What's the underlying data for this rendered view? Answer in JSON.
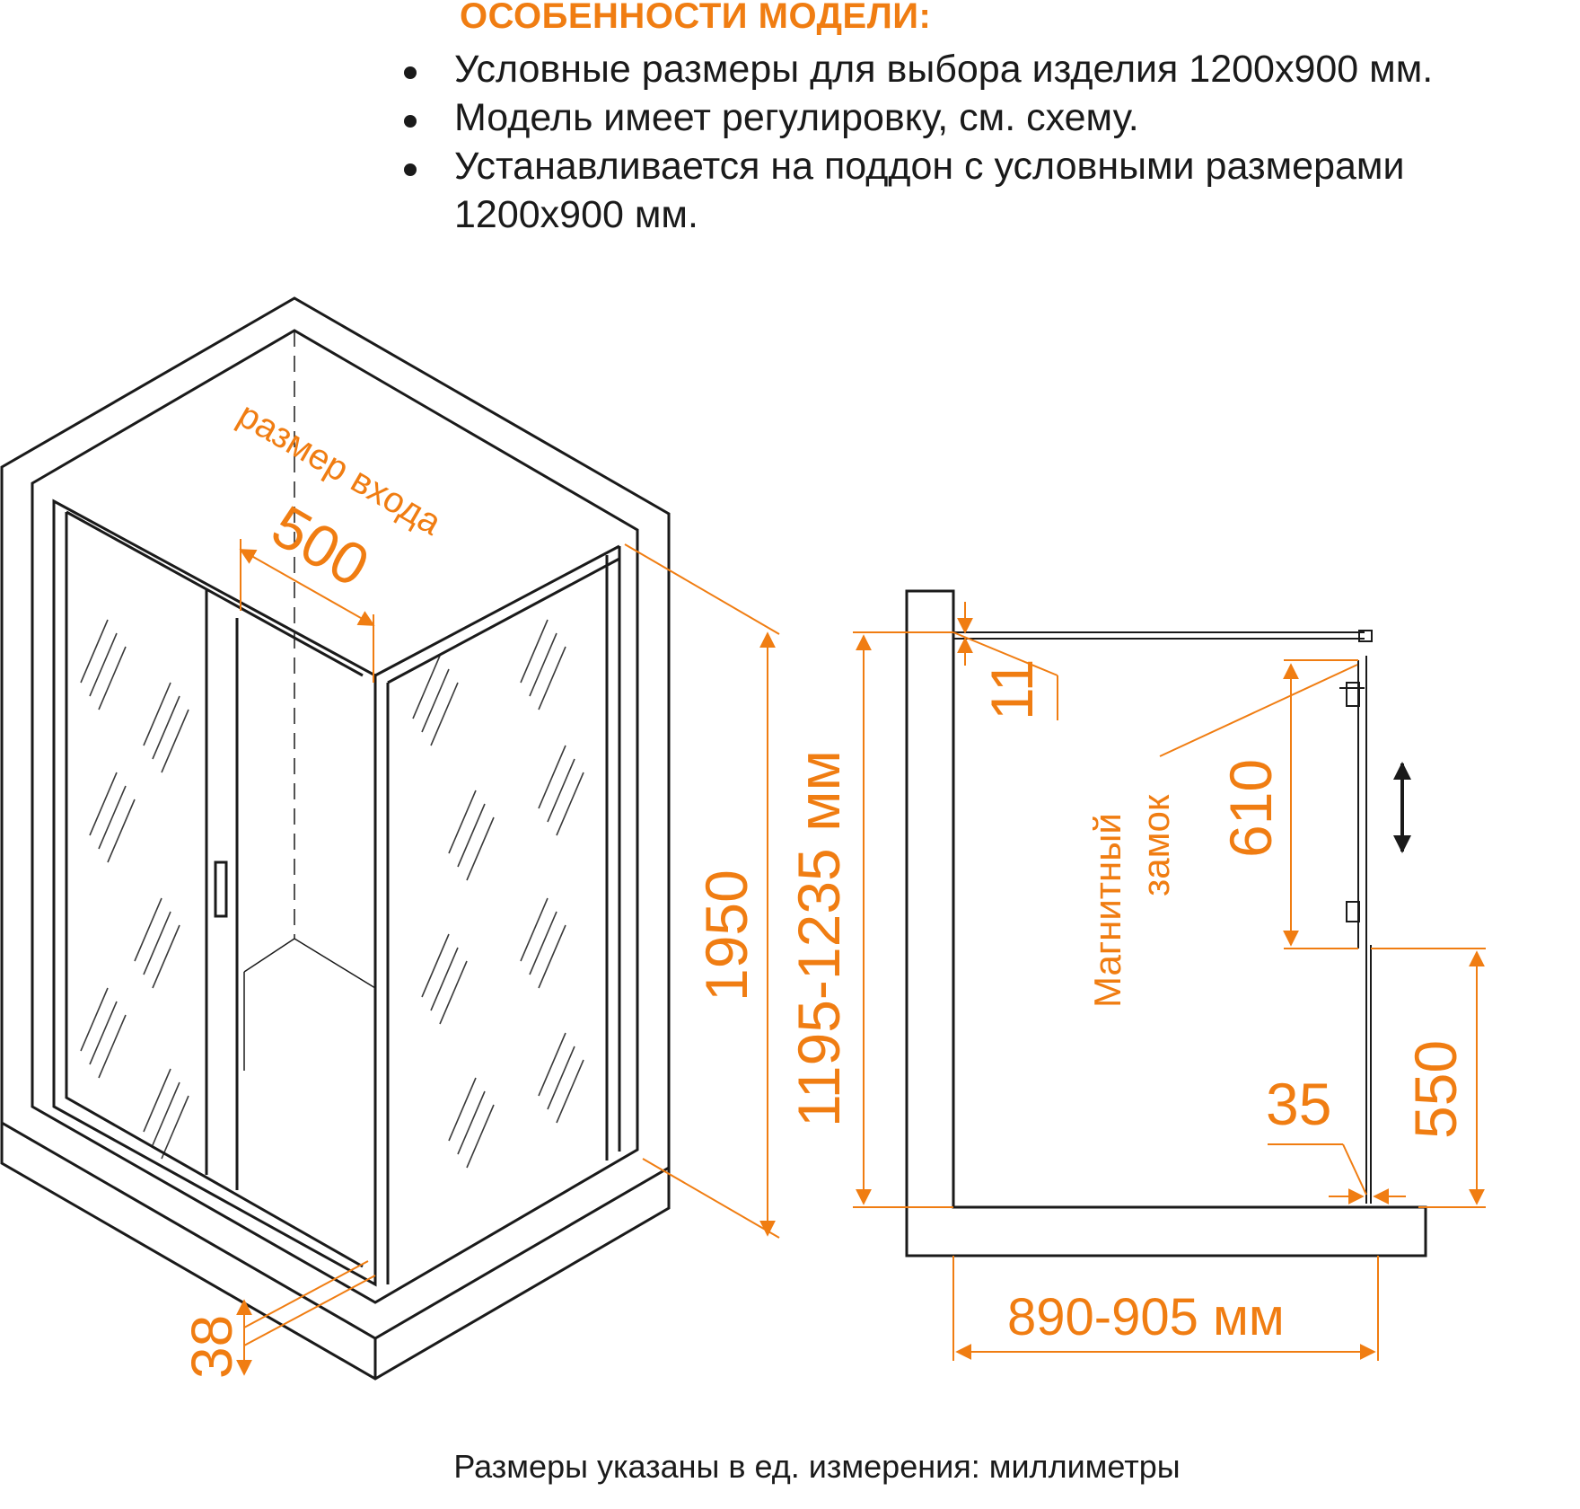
{
  "header": {
    "title": "ОСОБЕННОСТИ МОДЕЛИ:",
    "features": [
      "Условные размеры для выбора изделия 1200x900 мм.",
      "Модель имеет регулировку, см. схему.",
      "Устанавливается на поддон с условными размерами 1200x900 мм."
    ]
  },
  "diagram_3d": {
    "entrance_label": "размер входа",
    "entrance_value": "500",
    "height_value": "1950",
    "bottom_gap_value": "38"
  },
  "diagram_side": {
    "height_range": "1195-1235 мм",
    "top_gap": "11",
    "lock_label_line1": "Магнитный",
    "lock_label_line2": "замок",
    "lock_height": "610",
    "lower_height": "550",
    "side_offset": "35",
    "width_range": "890-905 мм"
  },
  "footer": {
    "note": "Размеры указаны в ед. измерения: миллиметры"
  },
  "colors": {
    "accent": "#f07d12",
    "lines": "#1a1a1a"
  }
}
